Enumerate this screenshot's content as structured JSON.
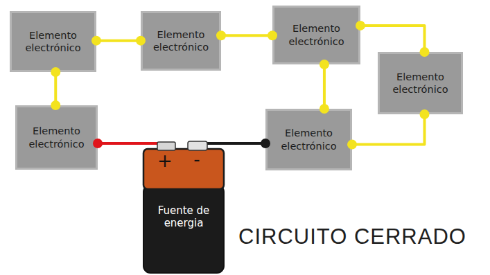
{
  "diagram": {
    "title": "CIRCUITO CERRADO",
    "nodes": [
      {
        "text": [
          "Elemento electrónico"
        ]
      },
      {
        "text": [
          "Elemento electrónico"
        ]
      },
      {
        "text": [
          "Elemento electrónico"
        ]
      },
      {
        "text": [
          "Elemento electrónico"
        ]
      },
      {
        "text": [
          "Elemento electrónico"
        ]
      },
      {
        "text": [
          "Elemento electrónico"
        ]
      },
      {
        "text": [
          "+",
          "-",
          "Fuente de energia"
        ]
      }
    ],
    "edges": [
      {
        "from": 0,
        "to": 1,
        "arrow": "none"
      },
      {
        "from": 1,
        "to": 2,
        "arrow": "none"
      },
      {
        "from": 2,
        "to": 3,
        "arrow": "none"
      },
      {
        "from": 2,
        "to": 5,
        "arrow": "none"
      },
      {
        "from": 3,
        "to": 5,
        "arrow": "none"
      },
      {
        "from": 0,
        "to": 4,
        "arrow": "none"
      },
      {
        "from": 4,
        "to": 6,
        "arrow": "none"
      },
      {
        "from": 5,
        "to": 6,
        "arrow": "none"
      }
    ]
  }
}
